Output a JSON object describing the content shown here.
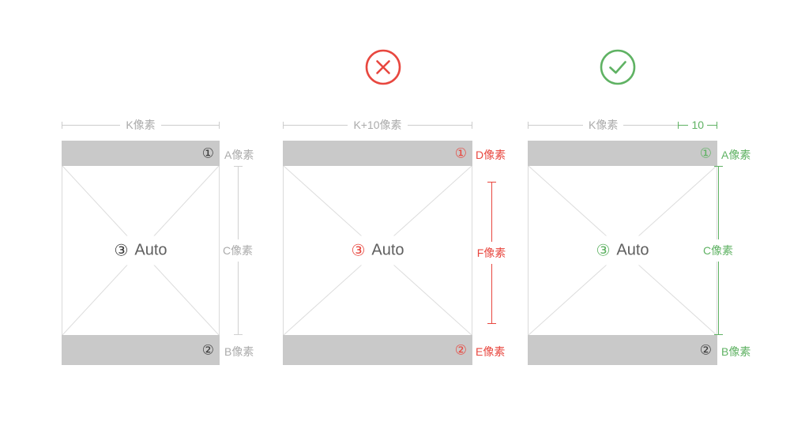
{
  "colors": {
    "red": "#e8473f",
    "green": "#5fb263",
    "gray_text": "#ababab",
    "dark_text": "#3a3a3a",
    "bar": "#c9c9c9",
    "line": "#cccccc",
    "auto_text": "#5f5f5f",
    "diagonal": "#dcdcdc"
  },
  "status_icons": {
    "error": "x-circle",
    "success": "check-circle"
  },
  "panels": [
    {
      "name": "original",
      "width_label": "K像素",
      "marker_top": "①",
      "marker_bottom": "②",
      "marker_center": "③",
      "center_label": "Auto",
      "side_top": "A像素",
      "side_middle": "C像素",
      "side_bottom": "B像素"
    },
    {
      "name": "wrong",
      "width_label": "K+10像素",
      "marker_top": "①",
      "marker_bottom": "②",
      "marker_center": "③",
      "center_label": "Auto",
      "side_top": "D像素",
      "side_middle": "F像素",
      "side_bottom": "E像素"
    },
    {
      "name": "correct",
      "width_label": "K像素",
      "width_extra_label": "10",
      "marker_top": "①",
      "marker_bottom": "②",
      "marker_center": "③",
      "center_label": "Auto",
      "side_top": "A像素",
      "side_middle": "C像素",
      "side_bottom": "B像素"
    }
  ]
}
